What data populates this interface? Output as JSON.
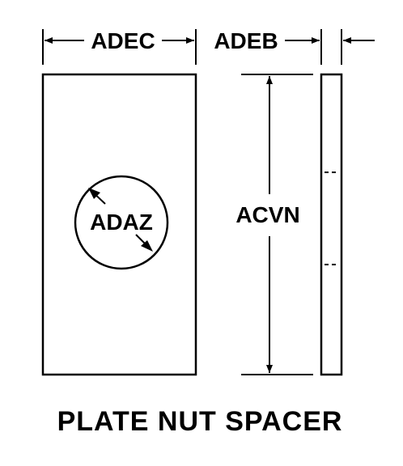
{
  "diagram": {
    "dimensions": {
      "width_label": "ADEC",
      "thickness_label": "ADEB",
      "height_label": "ACVN",
      "hole_diameter_label": "ADAZ"
    },
    "title": "PLATE NUT SPACER",
    "colors": {
      "ink": "#000000",
      "background": "#ffffff"
    }
  }
}
